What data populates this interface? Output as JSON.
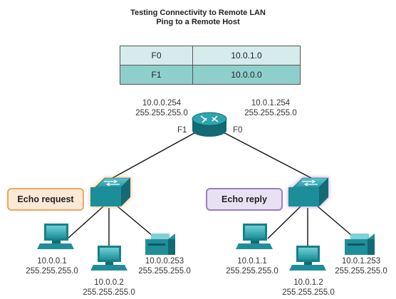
{
  "title": {
    "line1": "Testing Connectivity to Remote LAN",
    "line2": "Ping to a Remote Host"
  },
  "routing_table": [
    {
      "interface": "F0",
      "network": "10.0.1.0"
    },
    {
      "interface": "F1",
      "network": "10.0.0.0"
    }
  ],
  "router": {
    "left_ip": "10.0.0.254",
    "left_mask": "255.255.255.0",
    "right_ip": "10.0.1.254",
    "right_mask": "255.255.255.0",
    "left_port": "F1",
    "right_port": "F0"
  },
  "callouts": {
    "request": "Echo request",
    "reply": "Echo reply"
  },
  "left_lan": {
    "pc1_ip": "10.0.0.1",
    "pc1_mask": "255.255.255.0",
    "pc2_ip": "10.0.0.2",
    "pc2_mask": "255.255.255.0",
    "printer_ip": "10.0.0.253",
    "printer_mask": "255.255.255.0"
  },
  "right_lan": {
    "pc1_ip": "10.0.1.1",
    "pc1_mask": "255.255.255.0",
    "pc2_ip": "10.0.1.2",
    "pc2_mask": "255.255.255.0",
    "printer_ip": "10.0.1.253",
    "printer_mask": "255.255.255.0"
  },
  "colors": {
    "device_teal": "#1f8e99",
    "device_dark": "#126a73",
    "glow_orange": "#f5b36a",
    "glow_purple": "#a68fd0",
    "request_border": "#f0a662",
    "reply_border": "#9a7ec0"
  },
  "icons": [
    "router-icon",
    "switch-icon",
    "pc-icon",
    "printer-icon"
  ]
}
